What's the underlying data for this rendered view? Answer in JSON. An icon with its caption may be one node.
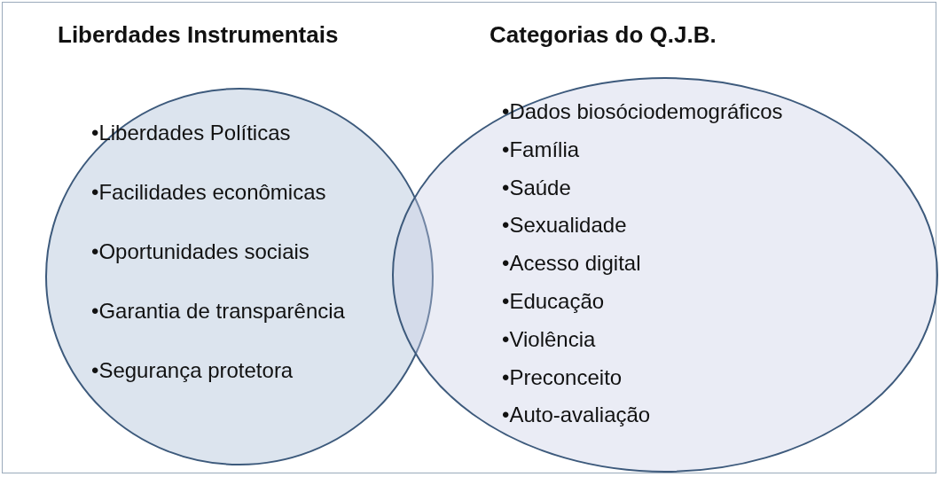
{
  "diagram": {
    "nodes": [
      {
        "text": [
          "Liberdades Instrumentais",
          "•Liberdades Políticas",
          "•Facilidades econômicas",
          "•Oportunidades sociais",
          "•Garantia de transparência",
          "•Segurança protetora"
        ]
      },
      {
        "text": [
          "Categorias do Q.J.B.",
          "•Dados biosóciodemográficos",
          "•Família",
          "•Saúde",
          "•Sexualidade",
          "•Acesso digital",
          "•Educação",
          "•Violência",
          "•Preconceito",
          "•Auto-avaliação"
        ]
      }
    ]
  }
}
